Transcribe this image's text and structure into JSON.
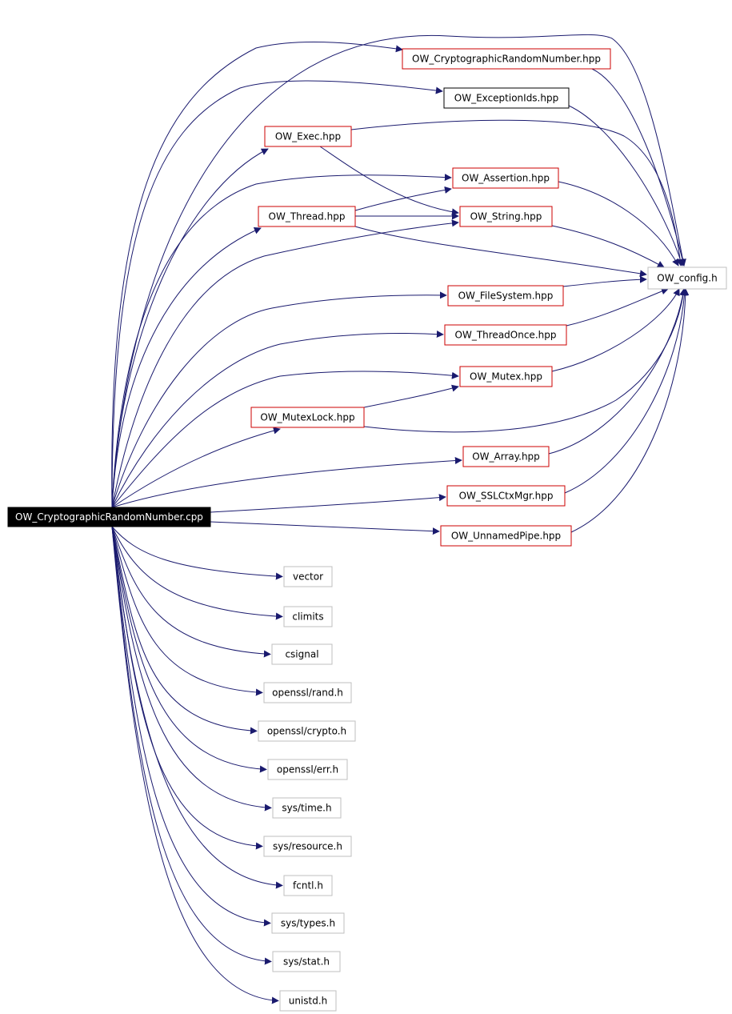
{
  "colors": {
    "edge": "#1a1a6e",
    "root_fill": "#000000",
    "root_text": "#ffffff",
    "border_red": "#cc0000",
    "border_black": "#000000",
    "border_gray": "#bfbfbf",
    "text": "#000000"
  },
  "nodes": [
    {
      "id": "root",
      "label": "OW_CryptographicRandomNumber.cpp",
      "style": "root"
    },
    {
      "id": "crn_hpp",
      "label": "OW_CryptographicRandomNumber.hpp",
      "style": "red"
    },
    {
      "id": "exceptionids",
      "label": "OW_ExceptionIds.hpp",
      "style": "black"
    },
    {
      "id": "exec",
      "label": "OW_Exec.hpp",
      "style": "red"
    },
    {
      "id": "assertion",
      "label": "OW_Assertion.hpp",
      "style": "red"
    },
    {
      "id": "thread",
      "label": "OW_Thread.hpp",
      "style": "red"
    },
    {
      "id": "string",
      "label": "OW_String.hpp",
      "style": "red"
    },
    {
      "id": "config",
      "label": "OW_config.h",
      "style": "gray"
    },
    {
      "id": "filesystem",
      "label": "OW_FileSystem.hpp",
      "style": "red"
    },
    {
      "id": "threadonce",
      "label": "OW_ThreadOnce.hpp",
      "style": "red"
    },
    {
      "id": "mutex",
      "label": "OW_Mutex.hpp",
      "style": "red"
    },
    {
      "id": "mutexlock",
      "label": "OW_MutexLock.hpp",
      "style": "red"
    },
    {
      "id": "array",
      "label": "OW_Array.hpp",
      "style": "red"
    },
    {
      "id": "sslctxmgr",
      "label": "OW_SSLCtxMgr.hpp",
      "style": "red"
    },
    {
      "id": "unnamedpipe",
      "label": "OW_UnnamedPipe.hpp",
      "style": "red"
    },
    {
      "id": "vector",
      "label": "vector",
      "style": "gray"
    },
    {
      "id": "climits",
      "label": "climits",
      "style": "gray"
    },
    {
      "id": "csignal",
      "label": "csignal",
      "style": "gray"
    },
    {
      "id": "rand",
      "label": "openssl/rand.h",
      "style": "gray"
    },
    {
      "id": "crypto",
      "label": "openssl/crypto.h",
      "style": "gray"
    },
    {
      "id": "err",
      "label": "openssl/err.h",
      "style": "gray"
    },
    {
      "id": "time",
      "label": "sys/time.h",
      "style": "gray"
    },
    {
      "id": "resource",
      "label": "sys/resource.h",
      "style": "gray"
    },
    {
      "id": "fcntl",
      "label": "fcntl.h",
      "style": "gray"
    },
    {
      "id": "types",
      "label": "sys/types.h",
      "style": "gray"
    },
    {
      "id": "stat",
      "label": "sys/stat.h",
      "style": "gray"
    },
    {
      "id": "unistd",
      "label": "unistd.h",
      "style": "gray"
    }
  ],
  "edges": [
    {
      "from": "root",
      "to": "crn_hpp"
    },
    {
      "from": "root",
      "to": "exceptionids"
    },
    {
      "from": "root",
      "to": "exec"
    },
    {
      "from": "root",
      "to": "assertion"
    },
    {
      "from": "root",
      "to": "thread"
    },
    {
      "from": "root",
      "to": "string"
    },
    {
      "from": "root",
      "to": "config"
    },
    {
      "from": "root",
      "to": "filesystem"
    },
    {
      "from": "root",
      "to": "threadonce"
    },
    {
      "from": "root",
      "to": "mutex"
    },
    {
      "from": "root",
      "to": "mutexlock"
    },
    {
      "from": "root",
      "to": "array"
    },
    {
      "from": "root",
      "to": "sslctxmgr"
    },
    {
      "from": "root",
      "to": "unnamedpipe"
    },
    {
      "from": "root",
      "to": "vector"
    },
    {
      "from": "root",
      "to": "climits"
    },
    {
      "from": "root",
      "to": "csignal"
    },
    {
      "from": "root",
      "to": "rand"
    },
    {
      "from": "root",
      "to": "crypto"
    },
    {
      "from": "root",
      "to": "err"
    },
    {
      "from": "root",
      "to": "time"
    },
    {
      "from": "root",
      "to": "resource"
    },
    {
      "from": "root",
      "to": "fcntl"
    },
    {
      "from": "root",
      "to": "types"
    },
    {
      "from": "root",
      "to": "stat"
    },
    {
      "from": "root",
      "to": "unistd"
    },
    {
      "from": "crn_hpp",
      "to": "config"
    },
    {
      "from": "exceptionids",
      "to": "config"
    },
    {
      "from": "exec",
      "to": "config"
    },
    {
      "from": "exec",
      "to": "string"
    },
    {
      "from": "assertion",
      "to": "config"
    },
    {
      "from": "thread",
      "to": "assertion"
    },
    {
      "from": "thread",
      "to": "string"
    },
    {
      "from": "thread",
      "to": "config"
    },
    {
      "from": "string",
      "to": "config"
    },
    {
      "from": "filesystem",
      "to": "config"
    },
    {
      "from": "threadonce",
      "to": "config"
    },
    {
      "from": "mutex",
      "to": "config"
    },
    {
      "from": "mutexlock",
      "to": "mutex"
    },
    {
      "from": "mutexlock",
      "to": "config"
    },
    {
      "from": "array",
      "to": "config"
    },
    {
      "from": "sslctxmgr",
      "to": "config"
    },
    {
      "from": "unnamedpipe",
      "to": "config"
    }
  ]
}
